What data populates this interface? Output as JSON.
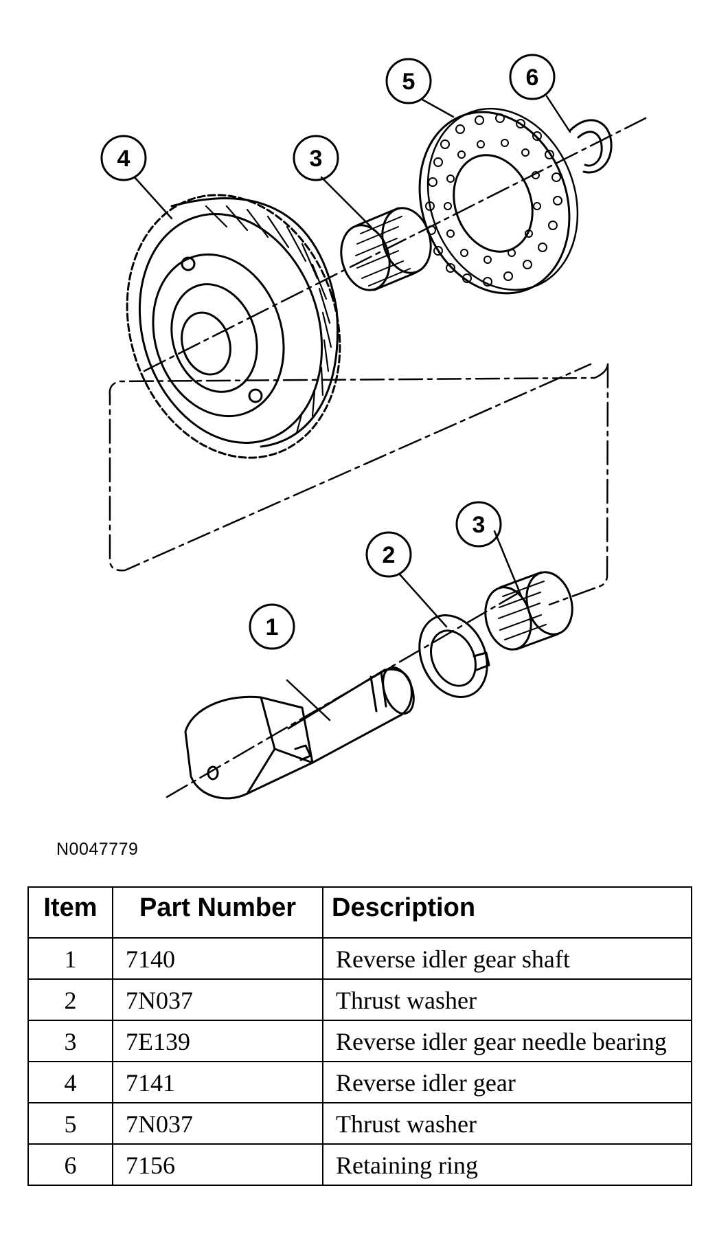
{
  "figure_id": "N0047779",
  "callouts": [
    "1",
    "2",
    "3",
    "3",
    "4",
    "5",
    "6"
  ],
  "table": {
    "headers": [
      "Item",
      "Part Number",
      "Description"
    ],
    "rows": [
      {
        "item": "1",
        "part": "7140",
        "desc": "Reverse idler gear shaft"
      },
      {
        "item": "2",
        "part": "7N037",
        "desc": "Thrust washer"
      },
      {
        "item": "3",
        "part": "7E139",
        "desc": "Reverse idler gear needle bearing"
      },
      {
        "item": "4",
        "part": "7141",
        "desc": "Reverse idler gear"
      },
      {
        "item": "5",
        "part": "7N037",
        "desc": "Thrust washer"
      },
      {
        "item": "6",
        "part": "7156",
        "desc": "Retaining ring"
      }
    ]
  }
}
